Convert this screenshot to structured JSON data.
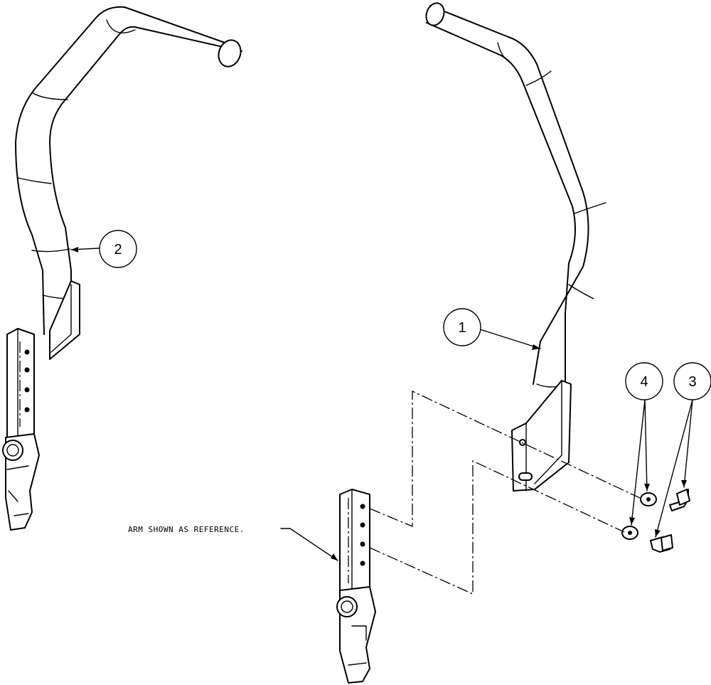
{
  "callouts": [
    {
      "number": "1",
      "part": "right-hand armrest tube with mounting bracket"
    },
    {
      "number": "2",
      "part": "left-hand armrest tube"
    },
    {
      "number": "3",
      "part": "bolt"
    },
    {
      "number": "4",
      "part": "washer"
    }
  ],
  "note": "ARM SHOWN AS REFERENCE.",
  "colors": {
    "line": "#000000",
    "background": "#ffffff"
  }
}
